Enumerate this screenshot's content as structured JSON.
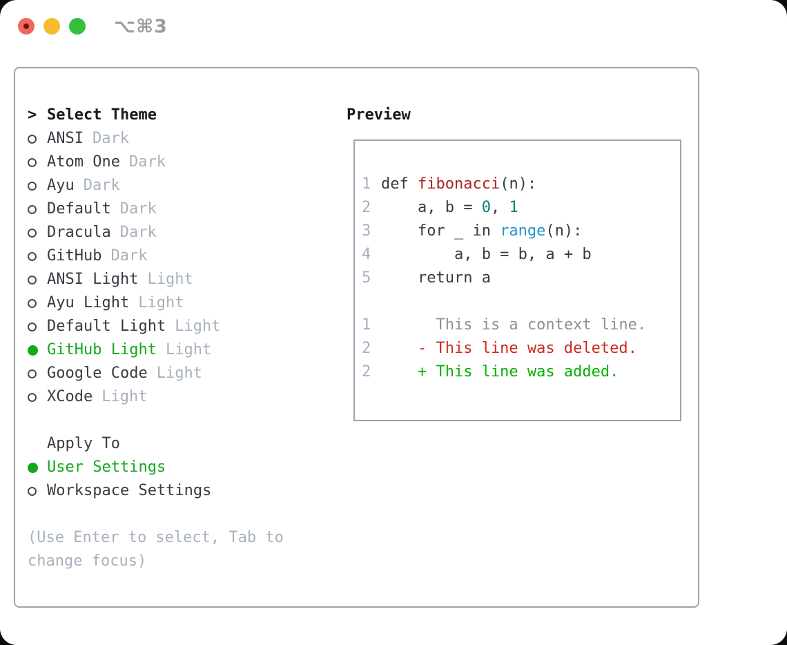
{
  "window": {
    "shortcut": "⌥⌘3"
  },
  "colors": {
    "selection_green": "#14a81c",
    "secondary_text": "#a7b1bd",
    "primary_text": "#363c42",
    "heading_text": "#16191d",
    "panel_border": "#9aa3af",
    "function_red": "#a82420",
    "number_teal": "#0b7f7a",
    "builtin_blue": "#2095c9",
    "diff_context": "#8b9097",
    "diff_deleted": "#cd2b1e",
    "diff_added": "#05b005",
    "traffic_red": "#f0685c",
    "traffic_red_dot": "#7e0d06",
    "traffic_yellow": "#f7bb2e",
    "traffic_green": "#33c13d",
    "shortcut_gray": "#9b9b9b"
  },
  "theme_list": {
    "prompt": ">",
    "title": "Select Theme",
    "items": [
      {
        "label": "ANSI",
        "variant": "Dark",
        "selected": false
      },
      {
        "label": "Atom One",
        "variant": "Dark",
        "selected": false
      },
      {
        "label": "Ayu",
        "variant": "Dark",
        "selected": false
      },
      {
        "label": "Default",
        "variant": "Dark",
        "selected": false
      },
      {
        "label": "Dracula",
        "variant": "Dark",
        "selected": false
      },
      {
        "label": "GitHub",
        "variant": "Dark",
        "selected": false
      },
      {
        "label": "ANSI Light",
        "variant": "Light",
        "selected": false
      },
      {
        "label": "Ayu Light",
        "variant": "Light",
        "selected": false
      },
      {
        "label": "Default Light",
        "variant": "Light",
        "selected": false
      },
      {
        "label": "GitHub Light",
        "variant": "Light",
        "selected": true
      },
      {
        "label": "Google Code",
        "variant": "Light",
        "selected": false
      },
      {
        "label": "XCode",
        "variant": "Light",
        "selected": false
      }
    ]
  },
  "apply_to": {
    "title": "Apply To",
    "options": [
      {
        "label": "User Settings",
        "selected": true
      },
      {
        "label": "Workspace Settings",
        "selected": false
      }
    ]
  },
  "hint": {
    "line1": "(Use Enter to select, Tab to",
    "line2": "change focus)"
  },
  "preview": {
    "title": "Preview",
    "code_lines": [
      {
        "num": "1",
        "segments": [
          {
            "text": "def ",
            "color": "code"
          },
          {
            "text": "fibonacci",
            "color": "function"
          },
          {
            "text": "(n):",
            "color": "code"
          }
        ]
      },
      {
        "num": "2",
        "segments": [
          {
            "text": "    a, b = ",
            "color": "code"
          },
          {
            "text": "0",
            "color": "number"
          },
          {
            "text": ", ",
            "color": "code"
          },
          {
            "text": "1",
            "color": "number"
          }
        ]
      },
      {
        "num": "3",
        "segments": [
          {
            "text": "    for _ in ",
            "color": "code"
          },
          {
            "text": "range",
            "color": "builtin"
          },
          {
            "text": "(n):",
            "color": "code"
          }
        ]
      },
      {
        "num": "4",
        "segments": [
          {
            "text": "        a, b = b, a + b",
            "color": "code"
          }
        ]
      },
      {
        "num": "5",
        "segments": [
          {
            "text": "    return a",
            "color": "code"
          }
        ]
      }
    ],
    "diff_lines": [
      {
        "num": "1",
        "segments": [
          {
            "text": "      This is a context line.",
            "color": "context"
          }
        ]
      },
      {
        "num": "2",
        "segments": [
          {
            "text": "    - This line was deleted.",
            "color": "deleted"
          }
        ]
      },
      {
        "num": "2",
        "segments": [
          {
            "text": "    + This line was added.",
            "color": "added"
          }
        ]
      }
    ]
  }
}
